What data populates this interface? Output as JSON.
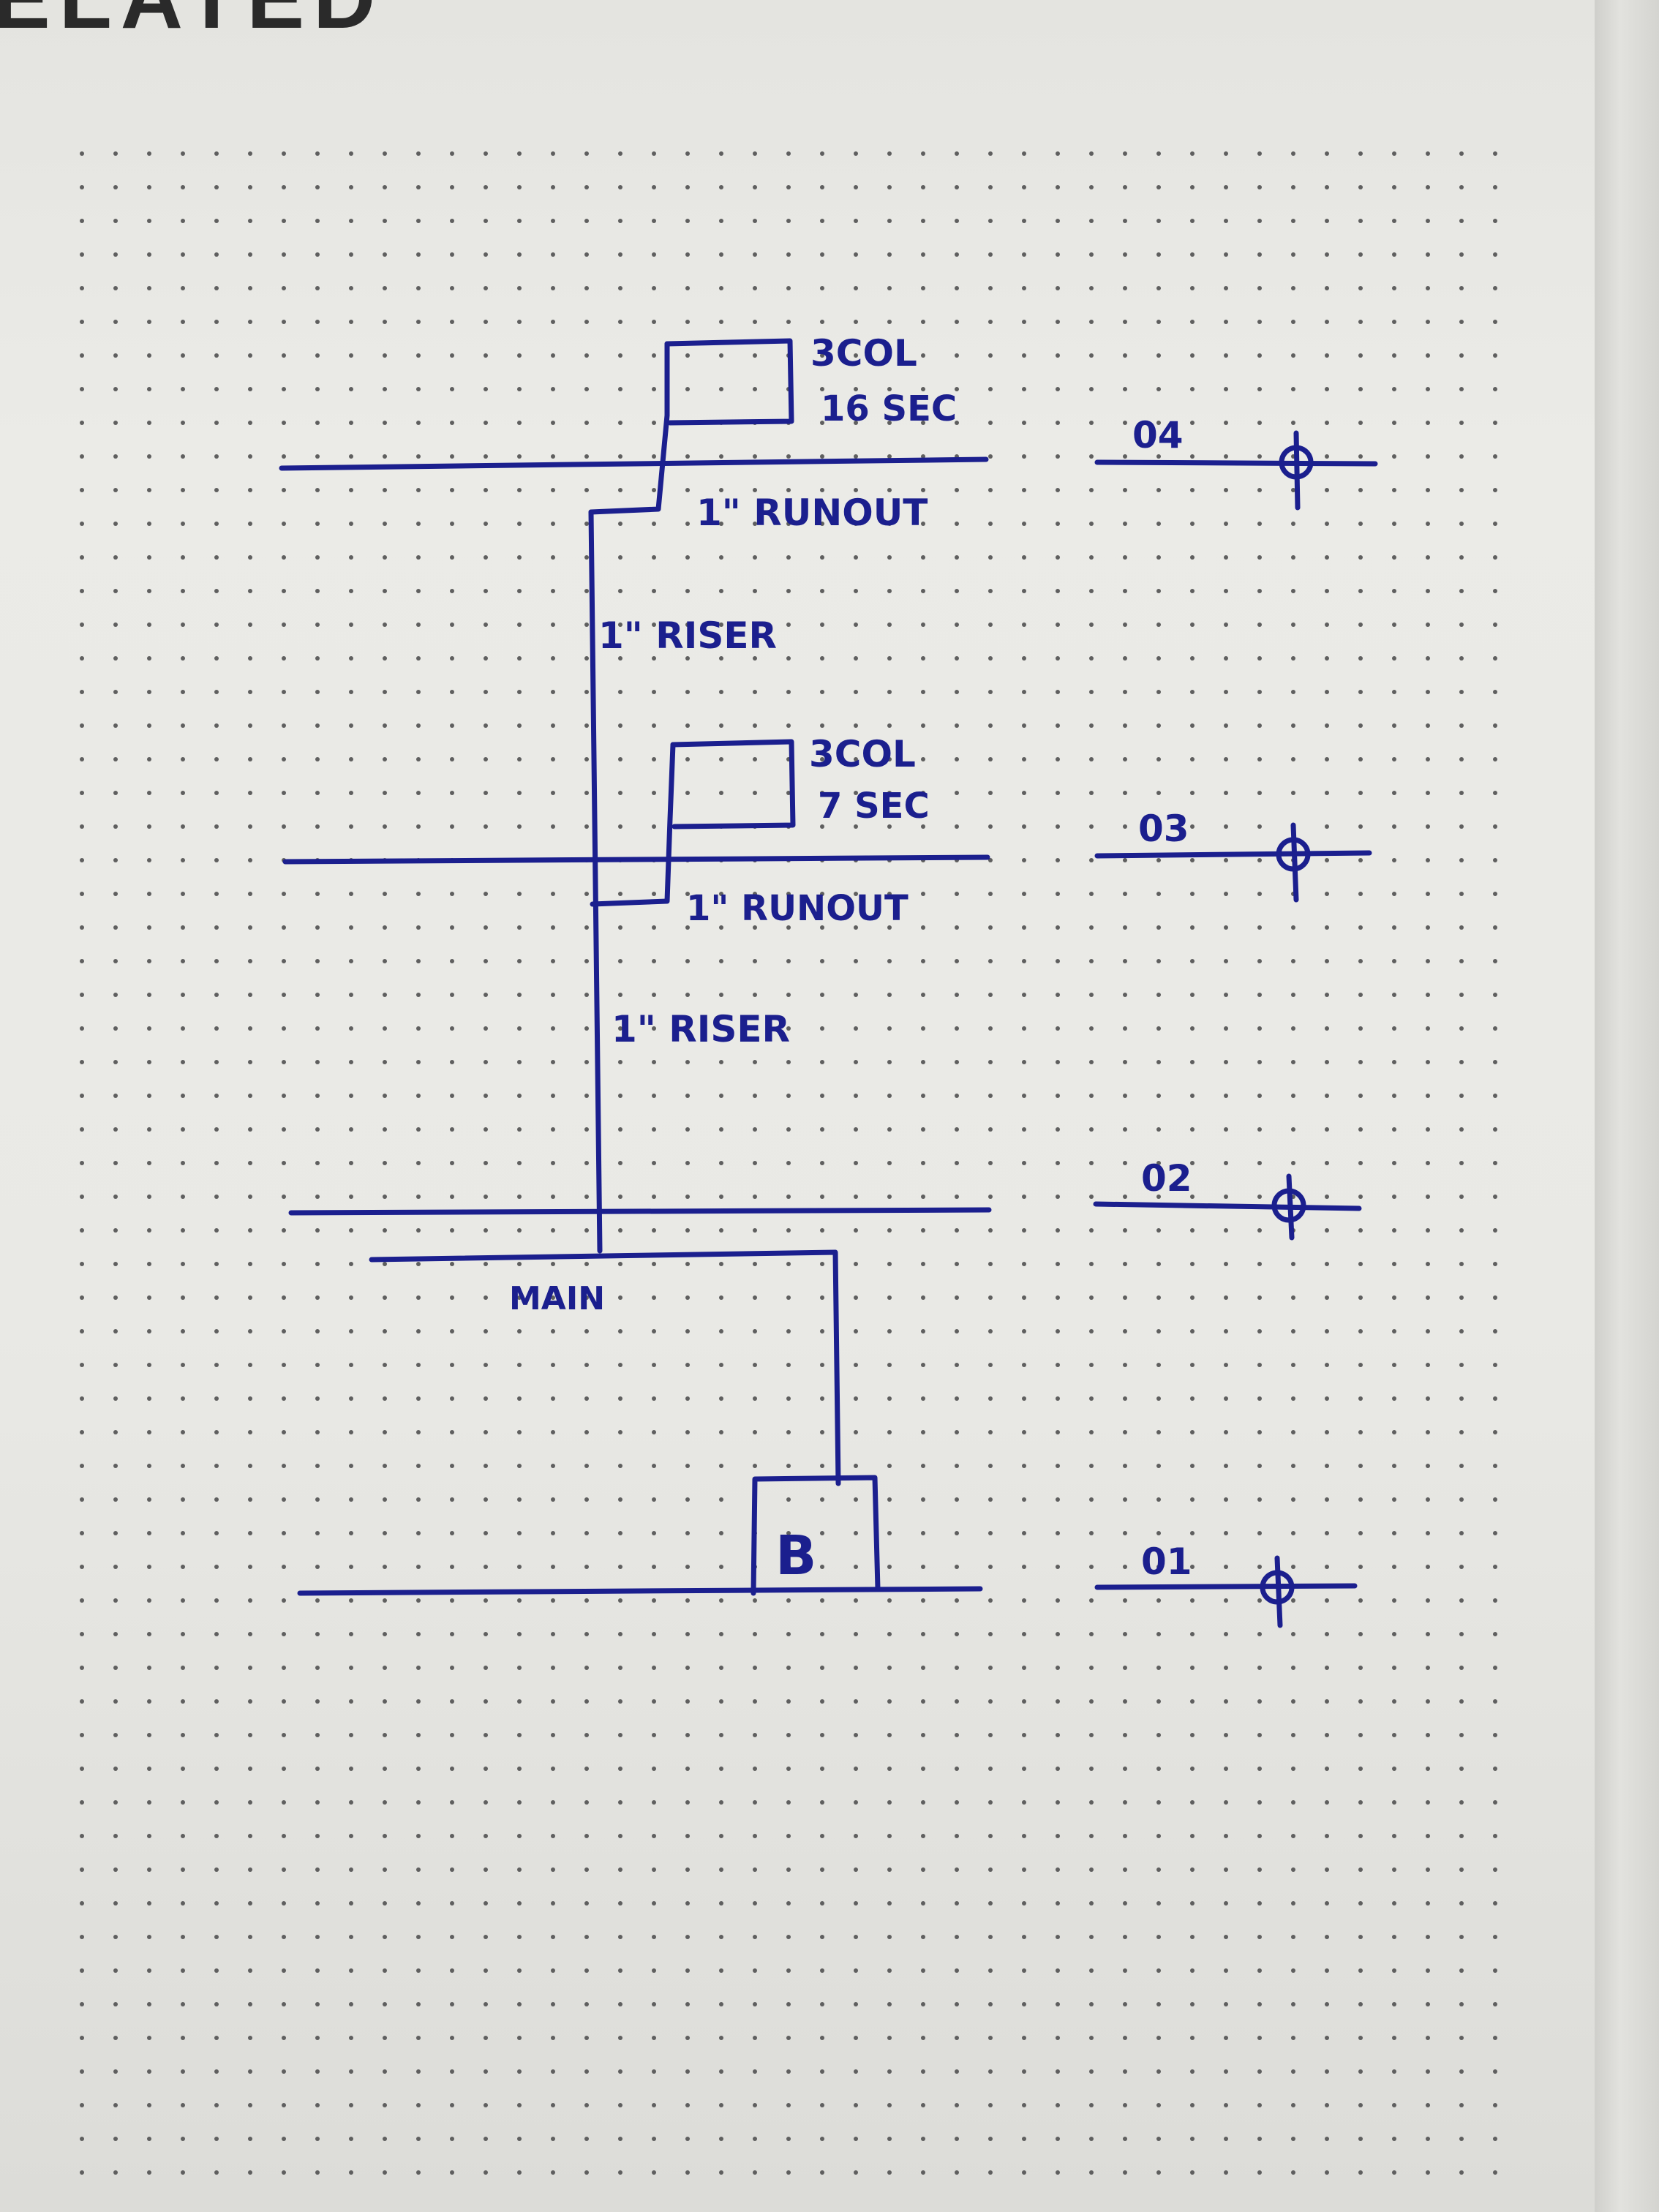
{
  "page": {
    "heading_fragment": "ELATED"
  },
  "sketch": {
    "ink_color": "#1b1f8e",
    "paper_color": "#e9e9e5",
    "levels": [
      {
        "label": "04",
        "symbol": "level-datum-icon"
      },
      {
        "label": "03",
        "symbol": "level-datum-icon"
      },
      {
        "label": "02",
        "symbol": "level-datum-icon"
      },
      {
        "label": "01",
        "symbol": "level-datum-icon"
      }
    ],
    "zones": [
      {
        "line1": "3COL",
        "line2": "16 SEC",
        "runout": "1\" RUNOUT",
        "riser": "1\" RISER"
      },
      {
        "line1": "3COL",
        "line2": "7 SEC",
        "runout": "1\" RUNOUT",
        "riser": "1\" RISER"
      }
    ],
    "main_label": "MAIN",
    "source_box_label": "B"
  }
}
